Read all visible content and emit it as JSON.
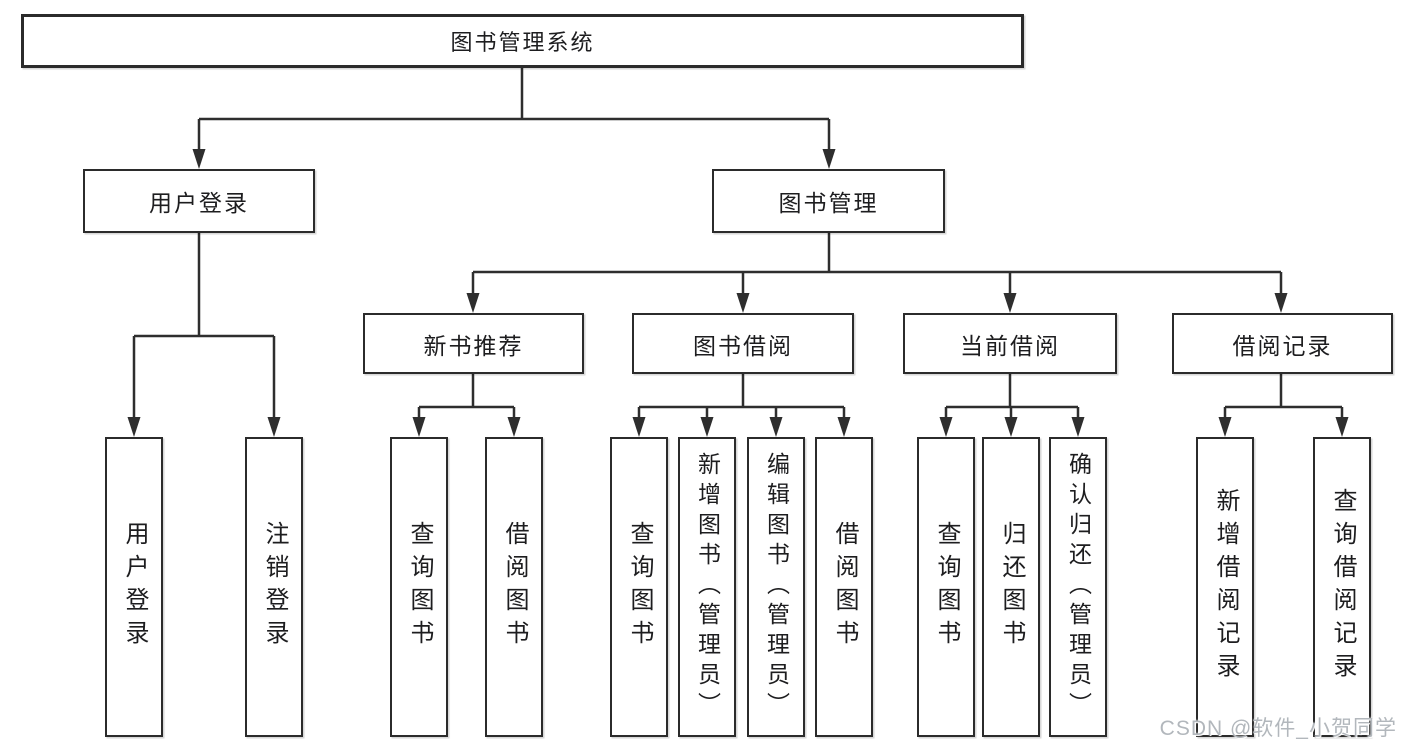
{
  "colors": {
    "background": "#ffffff",
    "line": "#2e2e2e",
    "box_border": "#2b2b2b",
    "text": "#1d1d1f",
    "watermark": "#b2b7bc"
  },
  "diagram": {
    "root": {
      "label": "图书管理系统"
    },
    "level2": [
      {
        "label": "用户登录"
      },
      {
        "label": "图书管理"
      }
    ],
    "level3": [
      {
        "label": "新书推荐"
      },
      {
        "label": "图书借阅"
      },
      {
        "label": "当前借阅"
      },
      {
        "label": "借阅记录"
      }
    ],
    "leaves": {
      "user_login": [
        "用户登录",
        "注销登录"
      ],
      "new_books": [
        "查询图书",
        "借阅图书"
      ],
      "book_borrow": [
        "查询图书",
        "新增图书（管理员）",
        "编辑图书（管理员）",
        "借阅图书"
      ],
      "current_borrow": [
        "查询图书",
        "归还图书",
        "确认归还（管理员）"
      ],
      "borrow_records": [
        "新增借阅记录",
        "查询借阅记录"
      ]
    }
  },
  "watermark": {
    "text": "CSDN @软件_小贺同学"
  }
}
